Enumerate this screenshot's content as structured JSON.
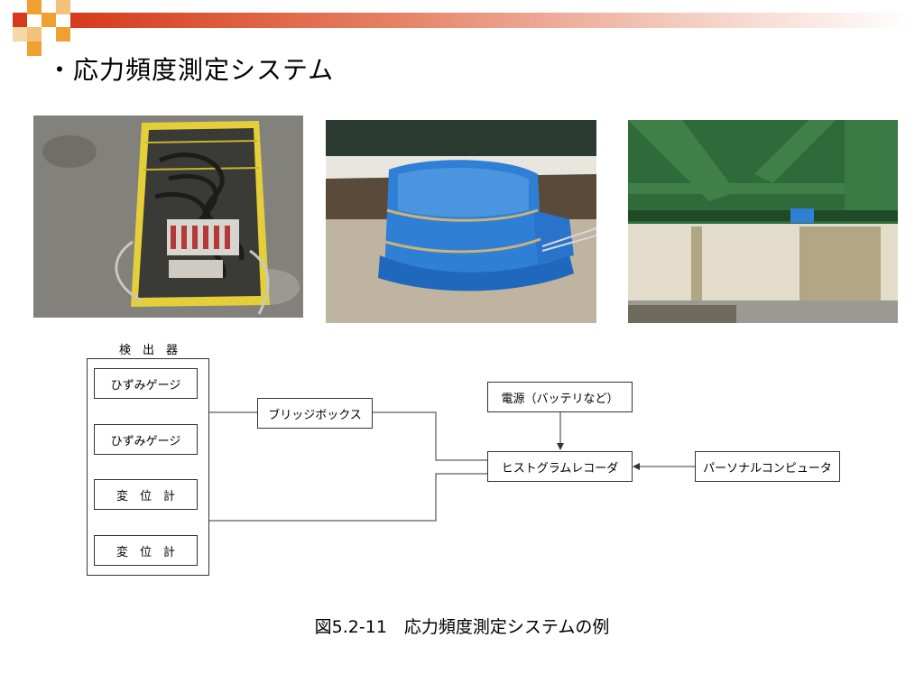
{
  "slide": {
    "title": "・応力頻度測定システム",
    "caption": "図5.2-11　応力頻度測定システムの例"
  },
  "colors": {
    "accent_red": "#d63a1c",
    "accent_orange": "#f0a030",
    "basket_yellow": "#e8d23a",
    "tarp_blue": "#2f7fd6",
    "girder_green": "#2f6a3a"
  },
  "photos": [
    {
      "name": "recorder-in-basket-photo"
    },
    {
      "name": "tarp-covered-equipment-photo"
    },
    {
      "name": "bridge-girder-underside-photo"
    }
  ],
  "diagram": {
    "detector_group_label": "検　出　器",
    "detectors": [
      "ひずみゲージ",
      "ひずみゲージ",
      "変　位　計",
      "変　位　計"
    ],
    "bridge_box": "ブリッジボックス",
    "power_supply": "電源（バッテリなど）",
    "recorder": "ヒストグラムレコーダ",
    "computer": "パーソナルコンピュータ"
  }
}
